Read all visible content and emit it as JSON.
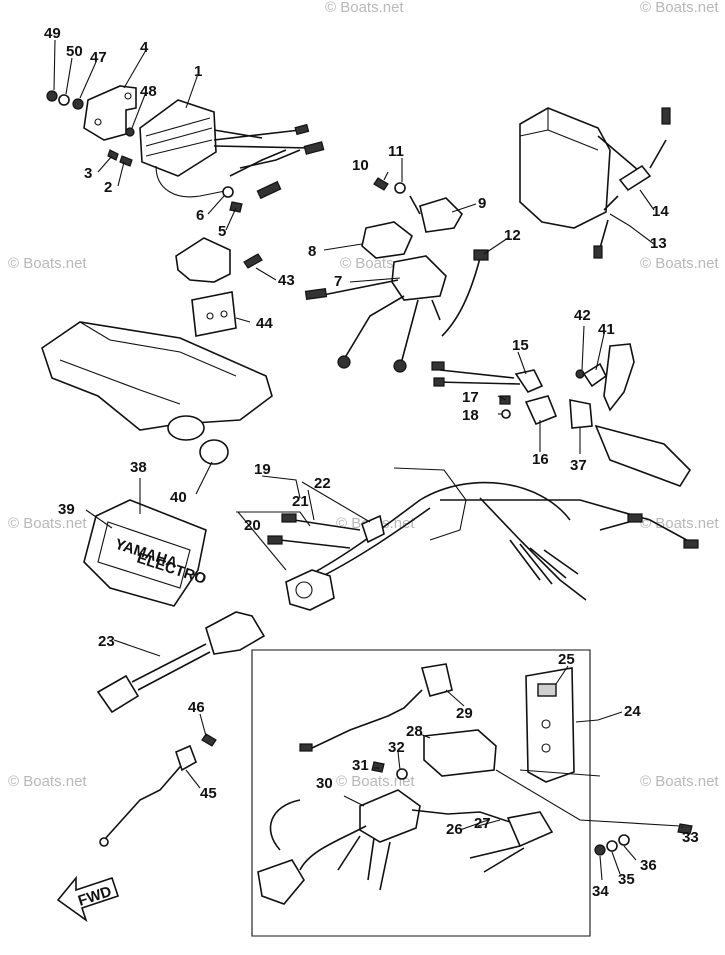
{
  "labels": {
    "l1": "1",
    "l2": "2",
    "l3": "3",
    "l4": "4",
    "l5": "5",
    "l6": "6",
    "l7": "7",
    "l8": "8",
    "l9": "9",
    "l10": "10",
    "l11": "11",
    "l12": "12",
    "l13": "13",
    "l14": "14",
    "l15": "15",
    "l16": "16",
    "l17": "17",
    "l18": "18",
    "l19": "19",
    "l20": "20",
    "l21": "21",
    "l22": "22",
    "l23": "23",
    "l24": "24",
    "l25": "25",
    "l26": "26",
    "l27": "27",
    "l28": "28",
    "l29": "29",
    "l30": "30",
    "l31": "31",
    "l32": "32",
    "l33": "33",
    "l34": "34",
    "l35": "35",
    "l36": "36",
    "l37": "37",
    "l38": "38",
    "l39": "39",
    "l40": "40",
    "l41": "41",
    "l42": "42",
    "l43": "43",
    "l44": "44",
    "l45": "45",
    "l46": "46",
    "l47": "47",
    "l48": "48",
    "l49": "49",
    "l50": "50"
  },
  "box_text": {
    "brand": "YAMAHA",
    "model": "ELECTRO"
  },
  "fwd_label": "FWD",
  "watermark": "© Boats.net"
}
